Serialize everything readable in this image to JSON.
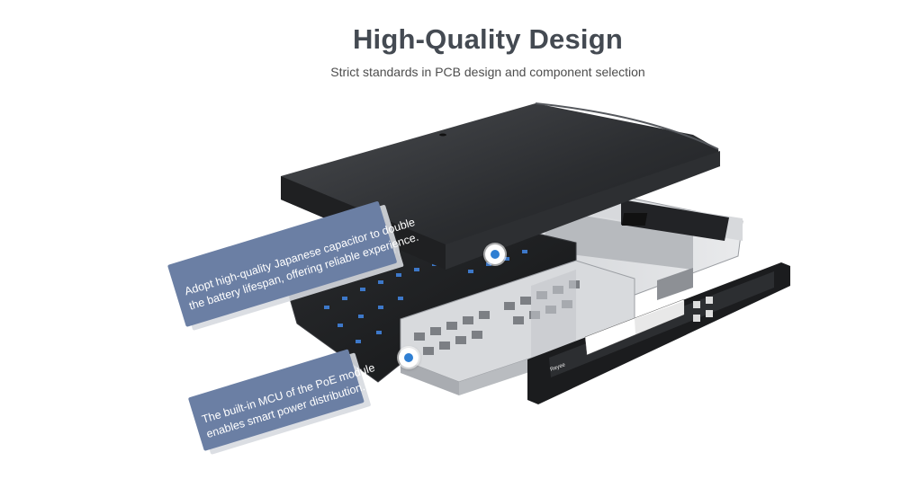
{
  "header": {
    "title": "High-Quality Design",
    "subtitle": "Strict standards in PCB design and component selection"
  },
  "callouts": {
    "capacitor": {
      "line1": "Adopt high-quality Japanese capacitor to double",
      "line2": "the battery lifespan, offering reliable experience."
    },
    "mcu": {
      "line1": "The built-in MCU of the PoE module",
      "line2": "enables smart power distribution."
    }
  },
  "device": {
    "front_logo": "Reyee"
  },
  "colors": {
    "title": "#444a52",
    "callout_bg": "#6b7fa4",
    "hotspot_dot": "#2f7fd3",
    "chassis_dark": "#2b2d30"
  },
  "icons": {
    "hotspot": "blue-dot-hotspot-icon"
  }
}
